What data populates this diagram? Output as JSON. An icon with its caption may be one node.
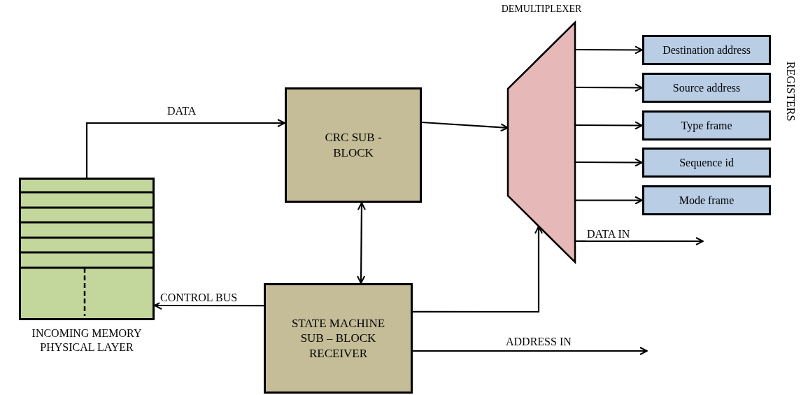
{
  "diagram": {
    "nodes": [
      {
        "text": [
          "INCOMING MEMORY PHYSICAL LAYER"
        ]
      },
      {
        "text": [
          "CRC SUB - BLOCK"
        ]
      },
      {
        "text": [
          "STATE MACHINE SUB – BLOCK RECEIVER"
        ]
      },
      {
        "text": [
          "DEMULTIPLEXER"
        ]
      },
      {
        "text": [
          "Destination address"
        ]
      },
      {
        "text": [
          "Source address"
        ]
      },
      {
        "text": [
          "Type frame"
        ]
      },
      {
        "text": [
          "Sequence id"
        ]
      },
      {
        "text": [
          "Mode frame"
        ]
      }
    ],
    "edges": [
      {
        "from": 0,
        "to": 1,
        "arrow": "to",
        "label": "DATA"
      },
      {
        "from": 1,
        "to": 3,
        "arrow": "to"
      },
      {
        "from": 1,
        "to": 2,
        "arrow": "both"
      },
      {
        "from": 2,
        "to": 0,
        "arrow": "to",
        "label": "CONTROL BUS"
      },
      {
        "from": 2,
        "to": 3,
        "arrow": "to"
      },
      {
        "from": 3,
        "to": 4,
        "arrow": "to"
      },
      {
        "from": 3,
        "to": 5,
        "arrow": "to"
      },
      {
        "from": 3,
        "to": 6,
        "arrow": "to"
      },
      {
        "from": 3,
        "to": 7,
        "arrow": "to"
      },
      {
        "from": 3,
        "to": 8,
        "arrow": "to"
      },
      {
        "from": 3,
        "to": null,
        "arrow": "to",
        "label": "DATA IN"
      },
      {
        "from": 2,
        "to": null,
        "arrow": "to",
        "label": "ADDRESS IN"
      }
    ],
    "labels": [
      "REGISTERS"
    ]
  }
}
